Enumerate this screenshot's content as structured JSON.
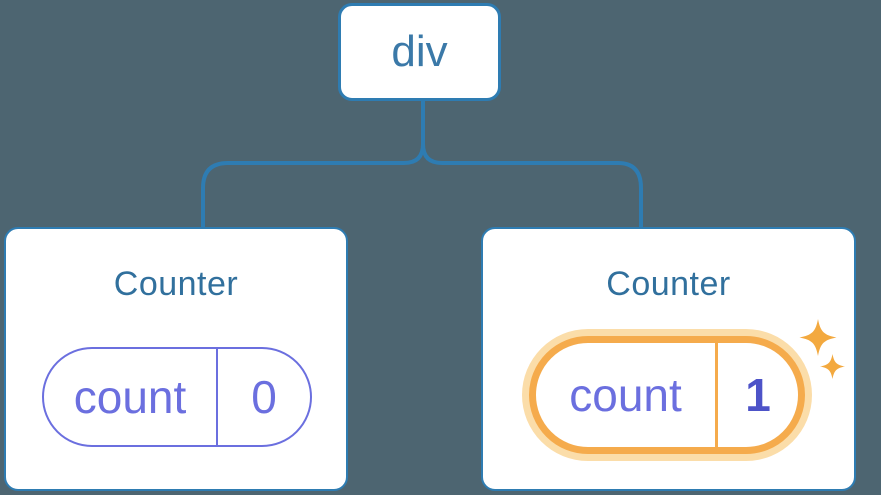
{
  "diagram": {
    "description": "Component tree diagram: a div root node with two Counter children, each holding a count state pill; the second Counter's state was just updated",
    "root_node": {
      "label": "div"
    },
    "children": [
      {
        "title": "Counter",
        "state_key": "count",
        "state_value": "0",
        "highlighted": false
      },
      {
        "title": "Counter",
        "state_key": "count",
        "state_value": "1",
        "highlighted": true
      }
    ]
  },
  "icons": {
    "sparkle_large": "sparkle-icon",
    "sparkle_small": "sparkle-icon"
  },
  "palette": {
    "background": "#4d6571",
    "card_background": "#ffffff",
    "connector_blue": "#2e7cb2",
    "root_label_blue": "#3b79a8",
    "title_blue": "#31709d",
    "state_purple": "#6b6fdf",
    "updated_value_purple": "#4d53c8",
    "highlight_orange": "#f5ab4c",
    "highlight_glow": "#fbdda9",
    "sparkle_orange": "#f3a93f"
  }
}
